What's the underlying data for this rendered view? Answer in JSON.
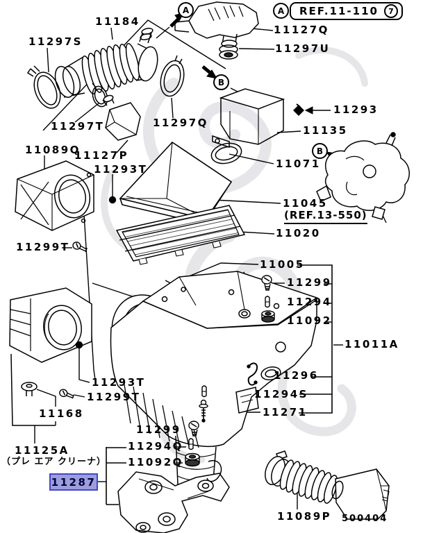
{
  "page": {
    "drawing_code": "500404"
  },
  "legend": {
    "view_marker": "A",
    "ref_label": "REF.11-110",
    "ref_number": "7"
  },
  "markers": {
    "a_top": "A",
    "b_top": "B",
    "b_mid": "B"
  },
  "notes": {
    "ref_13_550": "(REF.13-550)",
    "pre_air_cleaner_jp": "（プレ エア クリーナ）"
  },
  "highlight": {
    "part_number": "11287"
  },
  "colors": {
    "line": "#000000",
    "highlight_bg": "#9b9edb",
    "highlight_border": "#4647c6",
    "highlight_text": "#00003f",
    "watermark": "#e2e2e6"
  },
  "labels": [
    {
      "text": "11184"
    },
    {
      "text": "11297S"
    },
    {
      "text": "11127Q"
    },
    {
      "text": "11297U"
    },
    {
      "text": "11293"
    },
    {
      "text": "11135"
    },
    {
      "text": "11297T"
    },
    {
      "text": "11297Q"
    },
    {
      "text": "11089Q"
    },
    {
      "text": "11127P"
    },
    {
      "text": "11071"
    },
    {
      "text": "11293T"
    },
    {
      "text": "11045"
    },
    {
      "text": "11020"
    },
    {
      "text": "11299T"
    },
    {
      "text": "11005"
    },
    {
      "text": "11299"
    },
    {
      "text": "11294"
    },
    {
      "text": "11092"
    },
    {
      "text": "11011A"
    },
    {
      "text": "11296"
    },
    {
      "text": "11293T"
    },
    {
      "text": "11299T"
    },
    {
      "text": "11294S"
    },
    {
      "text": "11271"
    },
    {
      "text": "11168"
    },
    {
      "text": "11125A"
    },
    {
      "text": "11299"
    },
    {
      "text": "11294Q"
    },
    {
      "text": "11092Q"
    },
    {
      "text": "11089P"
    }
  ]
}
